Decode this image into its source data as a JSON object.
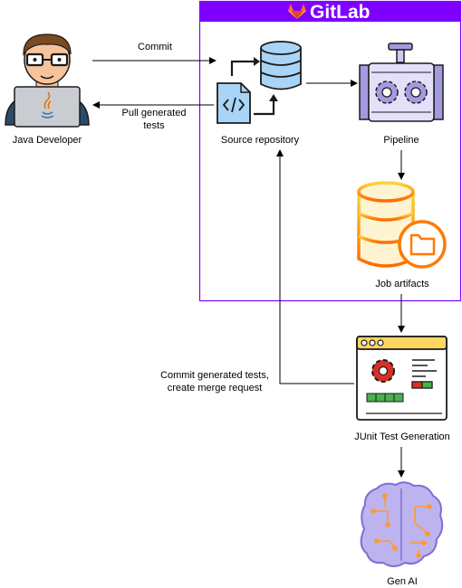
{
  "header": {
    "title": "GitLab"
  },
  "nodes": {
    "developer": "Java Developer",
    "repository": "Source repository",
    "pipeline": "Pipeline",
    "artifacts": "Job artifacts",
    "junit": "JUnit Test Generation",
    "genai": "Gen AI"
  },
  "edges": {
    "commit": "Commit",
    "pull_line1": "Pull generated",
    "pull_line2": "tests",
    "merge_line1": "Commit generated tests,",
    "merge_line2": "create merge request"
  },
  "colors": {
    "gitlab_purple": "#7f00ff",
    "repo_blue": "#a9d4f5",
    "gear_purple": "#a29be0",
    "artifact_yellow": "#ffc93c",
    "artifact_orange": "#ff7a00",
    "window_yellow": "#ffd661",
    "green": "#4caf50",
    "red": "#d93025"
  }
}
